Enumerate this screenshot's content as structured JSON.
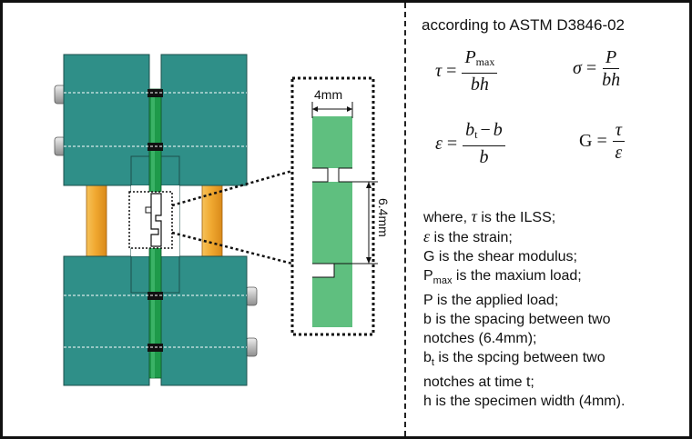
{
  "standard": "according to ASTM D3846-02",
  "equations": {
    "tau": {
      "lhs": "τ",
      "num_main": "P",
      "num_sub": "max",
      "den": "bh"
    },
    "sigma": {
      "lhs": "σ",
      "num": "P",
      "den": "bh"
    },
    "epsilon": {
      "lhs": "ε",
      "num_a": "b",
      "num_a_sub": "t",
      "num_op": "−",
      "num_b": "b",
      "den": "b"
    },
    "G": {
      "lhs": "G",
      "num": "τ",
      "den": "ε"
    }
  },
  "definitions": [
    {
      "pre": "where, ",
      "sym": "τ",
      "sub": "",
      "text": " is the ILSS;"
    },
    {
      "pre": " ",
      "sym": "ε",
      "sub": "",
      "text": " is the strain;"
    },
    {
      "pre": "",
      "sym": "",
      "sub": "",
      "text": "G is the shear modulus;"
    },
    {
      "pre": "P",
      "sym": "",
      "sub": "max",
      "text": " is the maxium load;"
    },
    {
      "pre": "",
      "sym": "",
      "sub": "",
      "text": "P is the applied load;"
    },
    {
      "pre": "",
      "sym": "",
      "sub": "",
      "text": "b is the spacing between two"
    },
    {
      "pre": "",
      "sym": "",
      "sub": "",
      "text": "notches (6.4mm);"
    },
    {
      "pre": "b",
      "sym": "",
      "sub": "t",
      "text": " is the spcing between two"
    },
    {
      "pre": "",
      "sym": "",
      "sub": "",
      "text": "notches at time t;"
    },
    {
      "pre": "",
      "sym": "",
      "sub": "",
      "text": "h is the specimen width (4mm)."
    }
  ],
  "dimensions": {
    "width": "4mm",
    "spacing": "6.4mm"
  },
  "colors": {
    "grip": "#2f8f88",
    "grip_dark": "#1f6e68",
    "specimen": "#5fbf7f",
    "specimen_dark": "#1e7a3e",
    "rod": "#f0a830",
    "bolt": "#c8c8c8"
  }
}
